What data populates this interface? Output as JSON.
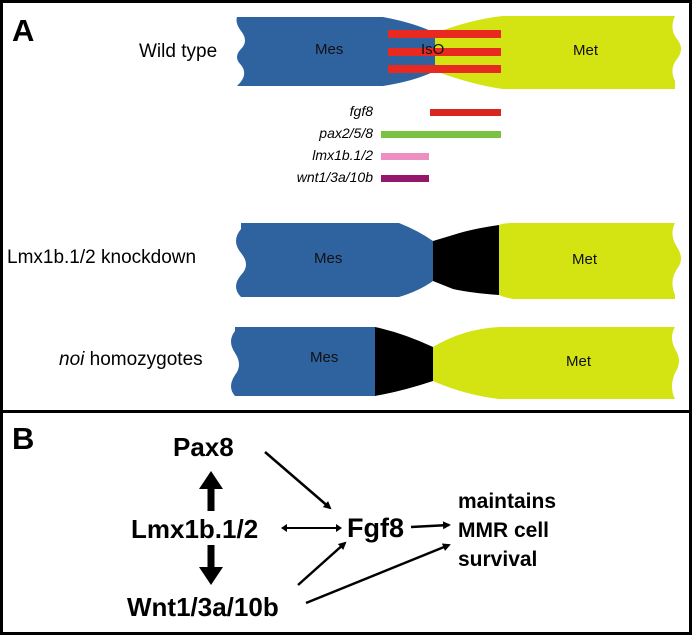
{
  "panel_a": {
    "letter": "A",
    "rows": [
      {
        "label": "Wild type",
        "left_region": "Mes",
        "middle_region": "IsO",
        "right_region": "Met"
      },
      {
        "label": "Lmx1b.1/2 knockdown",
        "left_region": "Mes",
        "right_region": "Met"
      },
      {
        "label_italic": "noi",
        "label_rest": " homozygotes",
        "left_region": "Mes",
        "right_region": "Met"
      }
    ],
    "expression_legend": [
      {
        "gene": "fgf8",
        "color": "#d9261f"
      },
      {
        "gene": "pax2/5/8",
        "color": "#7cc242"
      },
      {
        "gene": "lmx1b.1/2",
        "color": "#ee8fc1"
      },
      {
        "gene": "wnt1/3a/10b",
        "color": "#95176b"
      }
    ],
    "colors": {
      "mes": "#2e63a0",
      "met": "#d4e312",
      "iso_stripes": "#e8291f",
      "lost_region": "#000000"
    }
  },
  "panel_b": {
    "letter": "B",
    "nodes": {
      "pax8": "Pax8",
      "lmx": "Lmx1b.1/2",
      "wnt": "Wnt1/3a/10b",
      "fgf8": "Fgf8"
    },
    "outcome_lines": [
      "maintains",
      "MMR cell",
      "survival"
    ]
  }
}
